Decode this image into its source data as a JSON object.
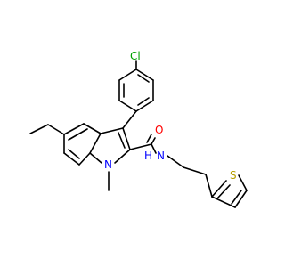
{
  "molecule": {
    "atoms": {
      "chlorine": "Cl",
      "nitrogen_ring": "N",
      "nitrogen_amide": "N",
      "hydrogen_amide": "H",
      "oxygen": "O",
      "sulfur": "S"
    },
    "colors": {
      "bond": "#000000",
      "chlorine": "#00a000",
      "nitrogen": "#0000ff",
      "oxygen": "#ff0000",
      "sulfur": "#b8a000"
    }
  }
}
